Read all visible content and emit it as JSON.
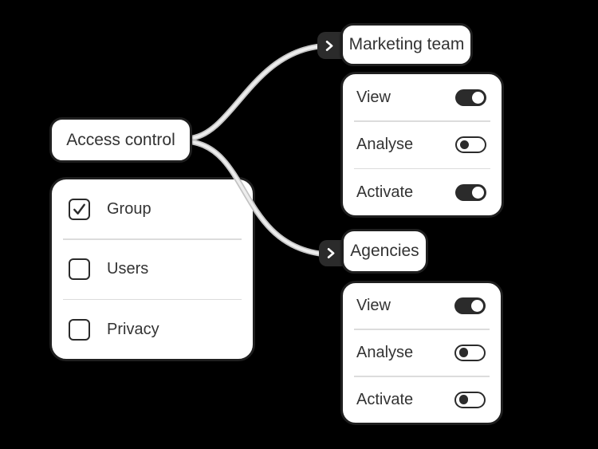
{
  "colors": {
    "background": "#000000",
    "surface": "#ffffff",
    "border": "#1f1f1f",
    "control_dark": "#2b2b2b",
    "divider": "#dcdcdc",
    "text": "#333333",
    "connector_outer": "#c3c3c3",
    "connector_inner": "#ededed"
  },
  "access_control": {
    "label": "Access control"
  },
  "permissions_panel": {
    "items": [
      {
        "label": "Group",
        "checked": true
      },
      {
        "label": "Users",
        "checked": false
      },
      {
        "label": "Privacy",
        "checked": false
      }
    ]
  },
  "groups": [
    {
      "name": "Marketing team",
      "icon": "chevron-right-icon",
      "permissions": [
        {
          "label": "View",
          "on": true
        },
        {
          "label": "Analyse",
          "on": false
        },
        {
          "label": "Activate",
          "on": true
        }
      ]
    },
    {
      "name": "Agencies",
      "icon": "chevron-right-icon",
      "permissions": [
        {
          "label": "View",
          "on": true
        },
        {
          "label": "Analyse",
          "on": false
        },
        {
          "label": "Activate",
          "on": false
        }
      ]
    }
  ]
}
